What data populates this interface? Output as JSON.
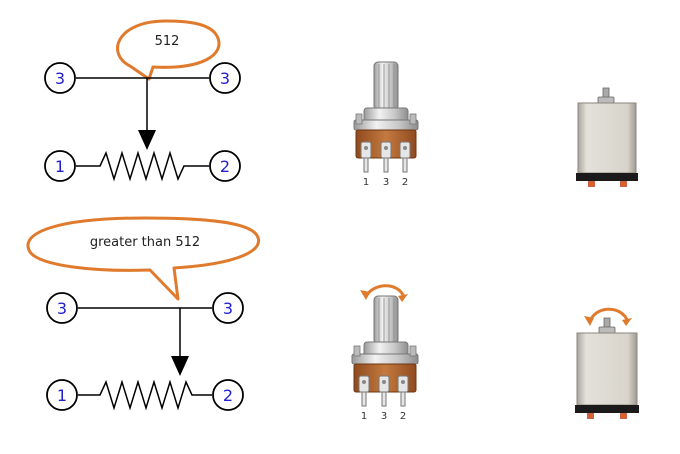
{
  "colors": {
    "line": "#000000",
    "node_text": "#1f1fcf",
    "bubble_stroke": "#e07b2e",
    "arrow_orange": "#e07b2e",
    "pot_body": "#b8662e",
    "pot_metal": "#cfcfcf",
    "motor_body": "#dcd8cf",
    "motor_dark": "#1a1a1a",
    "motor_pad": "#d4603a"
  },
  "top": {
    "bubble_text": "512",
    "nodes": {
      "left_top": "3",
      "right_top": "3",
      "left_bottom": "1",
      "right_bottom": "2"
    },
    "pin_labels": [
      "1",
      "3",
      "2"
    ]
  },
  "bottom": {
    "bubble_text": "greater than 512",
    "nodes": {
      "left_top": "3",
      "right_top": "3",
      "left_bottom": "1",
      "right_bottom": "2"
    },
    "pin_labels": [
      "1",
      "3",
      "2"
    ]
  }
}
